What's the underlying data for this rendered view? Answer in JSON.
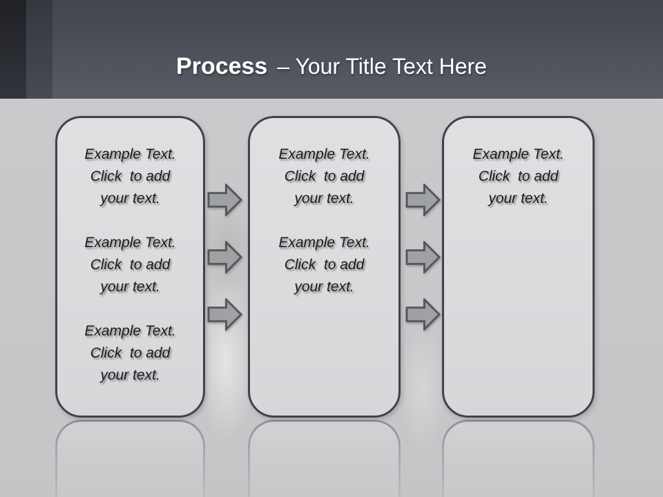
{
  "slide": {
    "title": {
      "emphasis": "Process",
      "rest": "– Your Title Text Here"
    },
    "colors": {
      "header_bg": "#4d515a",
      "header_strip_dark": "#24262b",
      "header_strip_mid": "#3c3f46",
      "body_bg": "#c8c8ca",
      "box_fill": "#dcdcdf",
      "box_border": "#3f434a",
      "arrow_fill": "#9fa1a3",
      "arrow_border": "#54575c",
      "title_color": "#ffffff",
      "text_color": "#1a1b1d"
    }
  },
  "process": {
    "columns": [
      {
        "paragraphs": [
          {
            "lines": [
              "Example Text.",
              "Click  to add",
              "your text."
            ]
          },
          {
            "lines": [
              "Example Text.",
              "Click  to add",
              "your text."
            ]
          },
          {
            "lines": [
              "Example Text.",
              "Click  to add",
              "your text."
            ]
          }
        ]
      },
      {
        "paragraphs": [
          {
            "lines": [
              "Example Text.",
              "Click  to add",
              "your text."
            ]
          },
          {
            "lines": [
              "Example Text.",
              "Click  to add",
              "your text."
            ]
          }
        ]
      },
      {
        "paragraphs": [
          {
            "lines": [
              "Example Text.",
              "Click  to add",
              "your text."
            ]
          }
        ]
      }
    ],
    "arrows": {
      "sets": 2,
      "per_set": 3,
      "direction": "right"
    }
  }
}
